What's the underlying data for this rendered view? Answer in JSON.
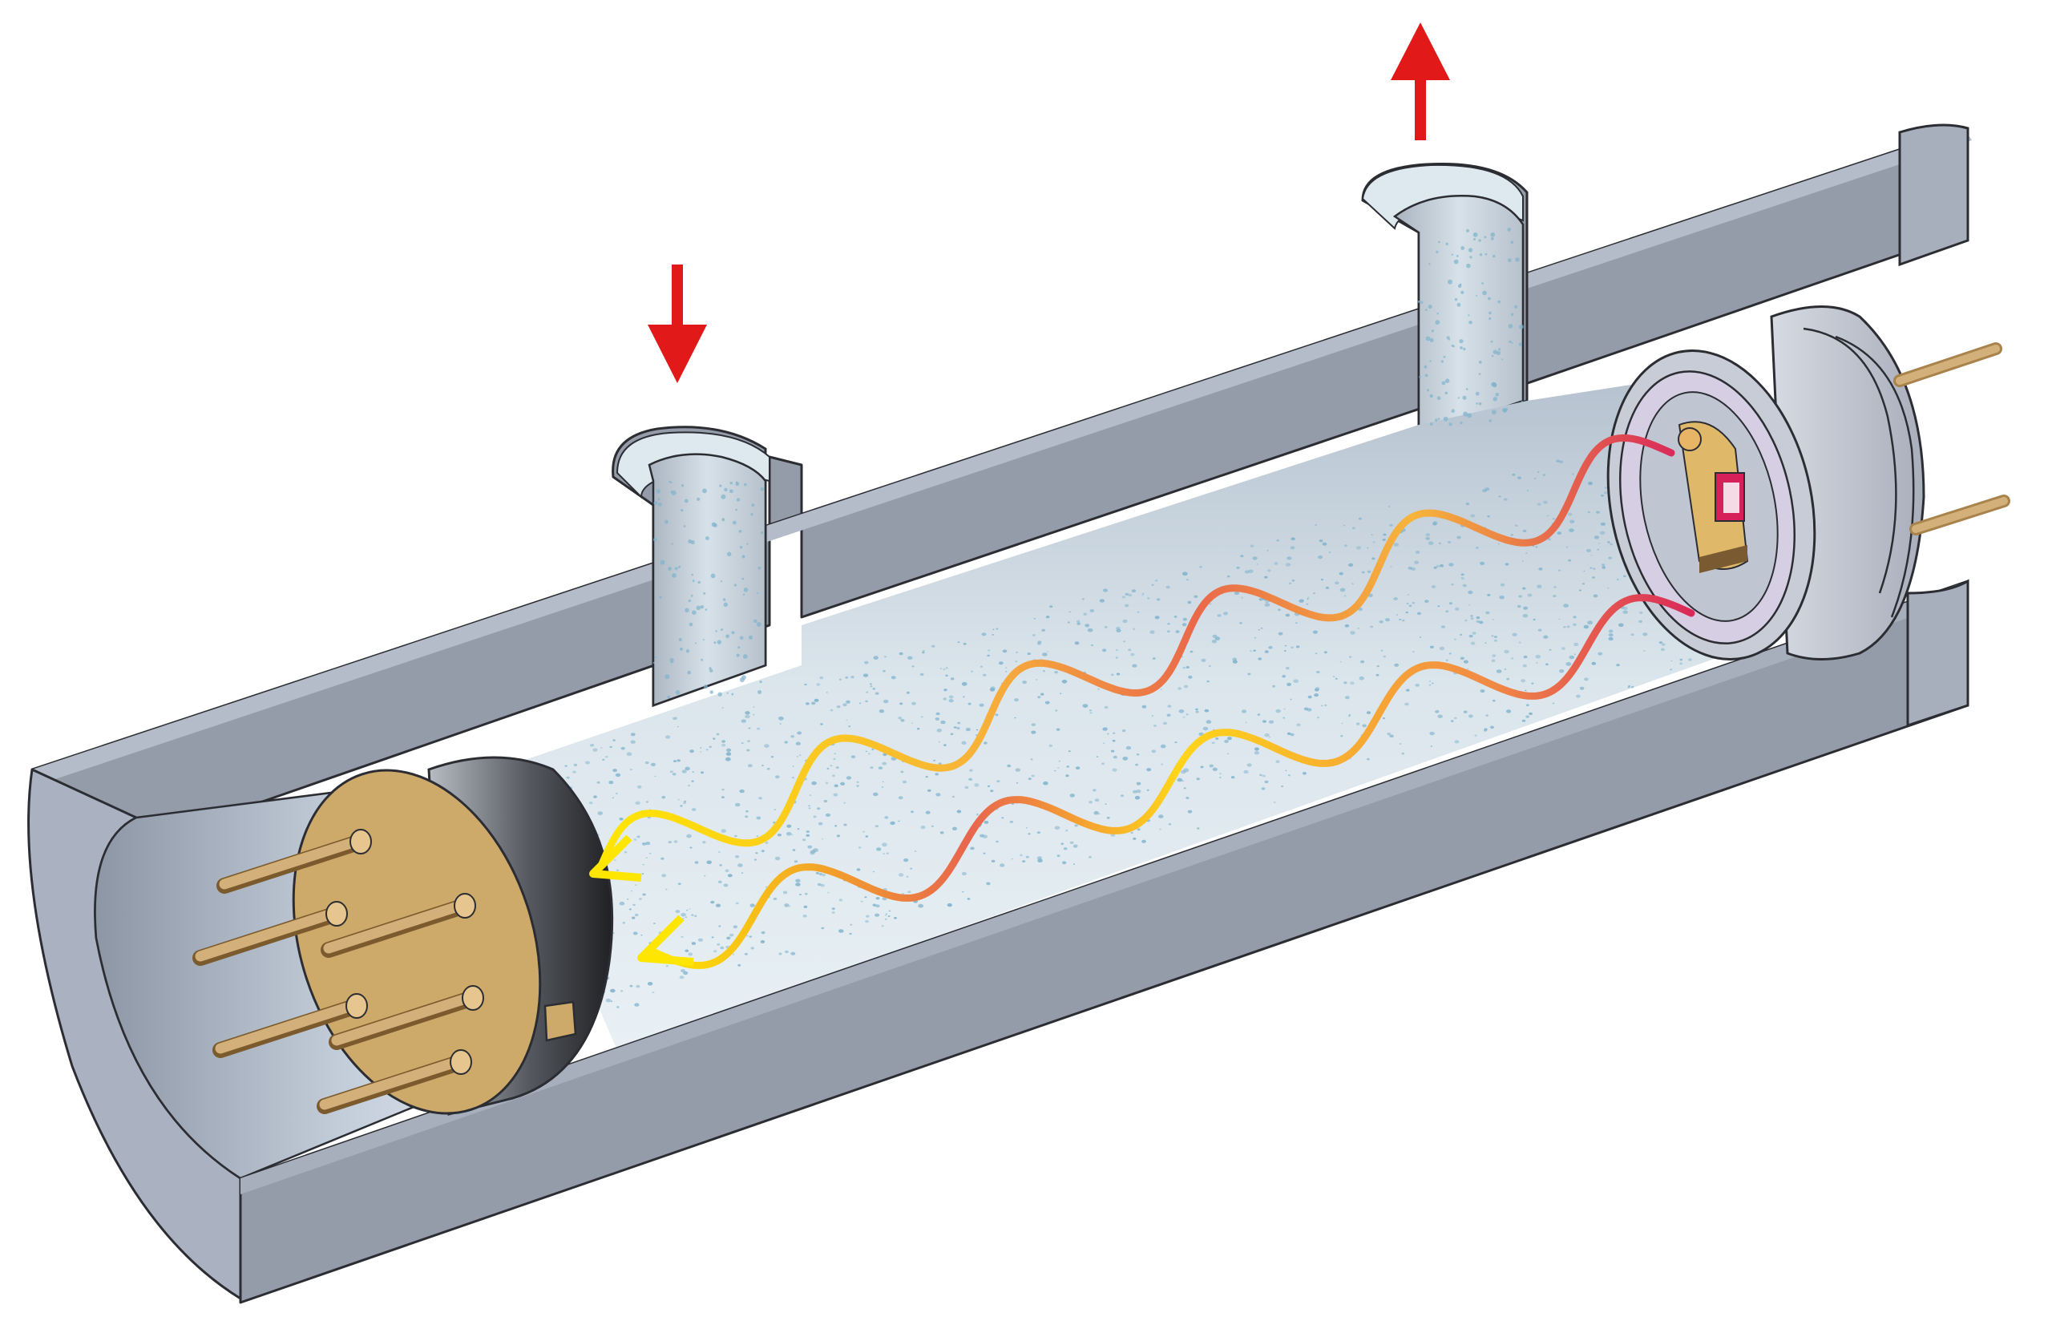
{
  "diagram": {
    "subject": "cutaway-gas-sensor-cell",
    "colors": {
      "background": "#ffffff",
      "tube_body": "#959ca9",
      "tube_rim": "#aab2c2",
      "tube_inner": "#cfd8e2",
      "gas_fill": "#dfe9ef",
      "gas_speckle": "#7fb3cc",
      "detector_gold": "#cda96a",
      "detector_pins": "#d3b07a",
      "detector_can": "#3a3a3c",
      "emitter_housing": "#c8ccd6",
      "emitter_window": "#d6cfe4",
      "emitter_core": "#d6205a",
      "flow_arrow": "#e11919",
      "wave_hot": "#d9265a",
      "wave_cool": "#ffe600"
    },
    "icons": {
      "inlet": "down-arrow-icon",
      "outlet": "up-arrow-icon",
      "beam_head": "chevron-arrowhead-icon"
    },
    "flow": {
      "inlet_direction": "down",
      "outlet_direction": "up"
    },
    "beams": [
      {
        "from": "emitter",
        "to": "detector",
        "shape": "sine-wave"
      },
      {
        "from": "emitter",
        "to": "detector",
        "shape": "sine-wave"
      }
    ],
    "detector": {
      "pins": 6
    },
    "emitter": {
      "pins": 2
    }
  }
}
